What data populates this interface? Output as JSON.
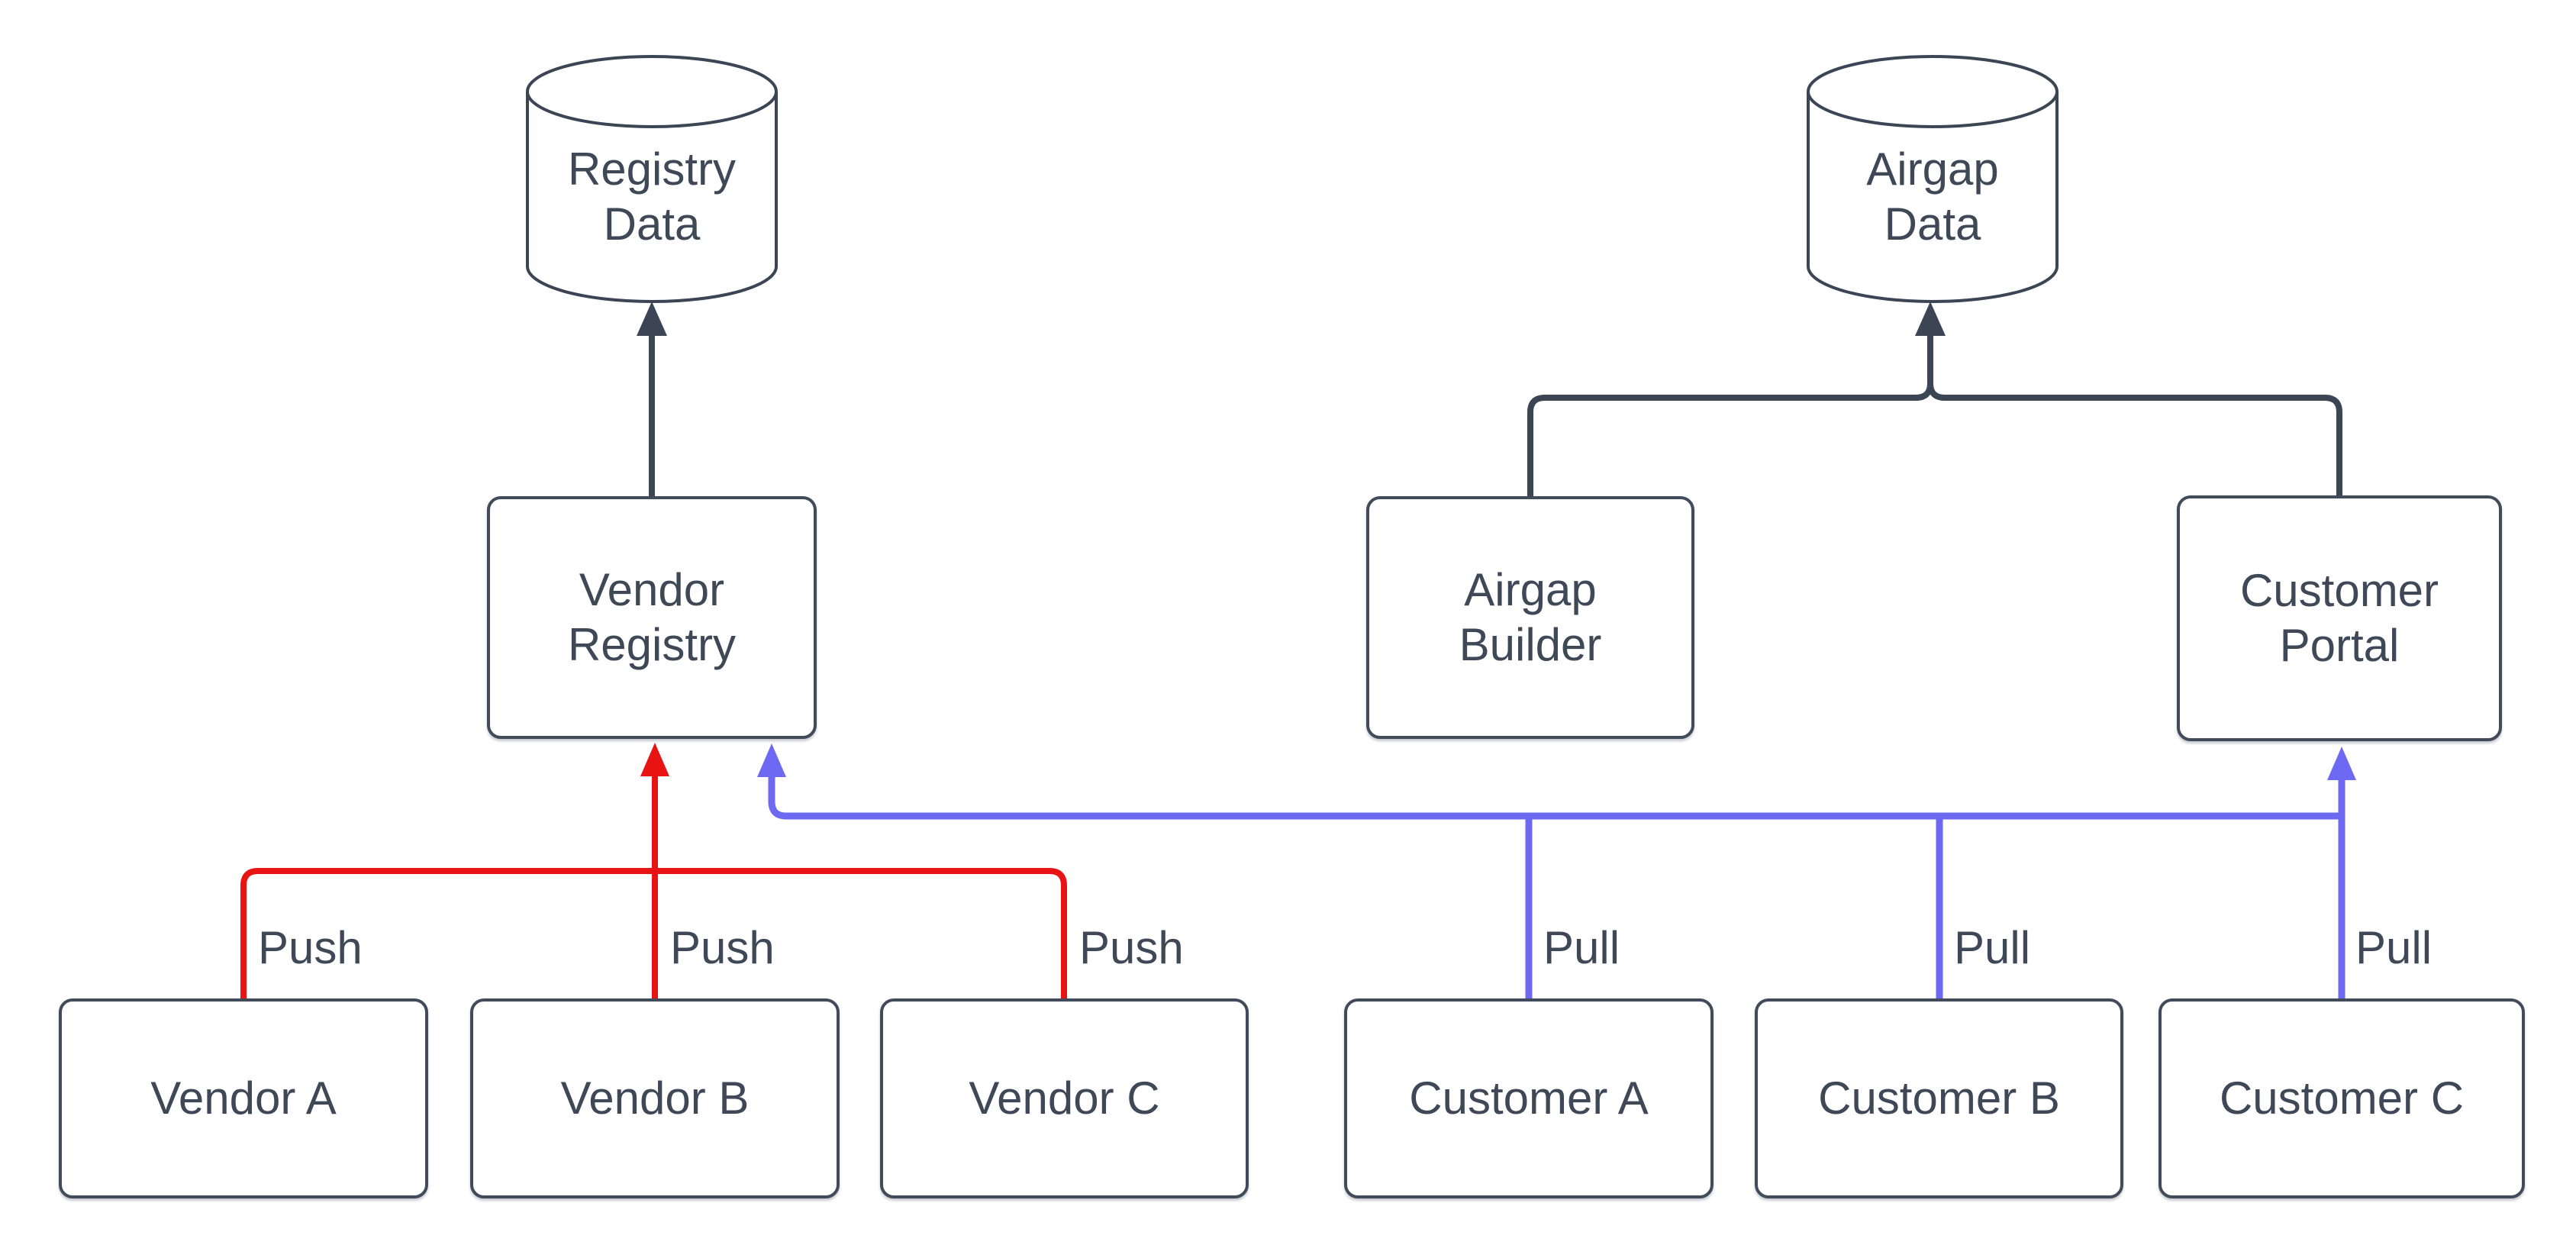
{
  "diagram": {
    "colors": {
      "node_stroke": "#3b4554",
      "text": "#3e4856",
      "push": "#e81313",
      "pull": "#6e69f2"
    },
    "datastores": [
      {
        "id": "registry-data",
        "label": "Registry\nData"
      },
      {
        "id": "airgap-data",
        "label": "Airgap\nData"
      }
    ],
    "services": [
      {
        "id": "vendor-registry",
        "label": "Vendor\nRegistry"
      },
      {
        "id": "airgap-builder",
        "label": "Airgap\nBuilder"
      },
      {
        "id": "customer-portal",
        "label": "Customer\nPortal"
      }
    ],
    "actors": [
      {
        "id": "vendor-a",
        "label": "Vendor A"
      },
      {
        "id": "vendor-b",
        "label": "Vendor B"
      },
      {
        "id": "vendor-c",
        "label": "Vendor C"
      },
      {
        "id": "customer-a",
        "label": "Customer A"
      },
      {
        "id": "customer-b",
        "label": "Customer B"
      },
      {
        "id": "customer-c",
        "label": "Customer C"
      }
    ],
    "edge_labels": [
      {
        "id": "push-vendor-a",
        "text": "Push"
      },
      {
        "id": "push-vendor-b",
        "text": "Push"
      },
      {
        "id": "push-vendor-c",
        "text": "Push"
      },
      {
        "id": "pull-customer-a",
        "text": "Pull"
      },
      {
        "id": "pull-customer-b",
        "text": "Pull"
      },
      {
        "id": "pull-customer-c",
        "text": "Pull"
      }
    ]
  }
}
